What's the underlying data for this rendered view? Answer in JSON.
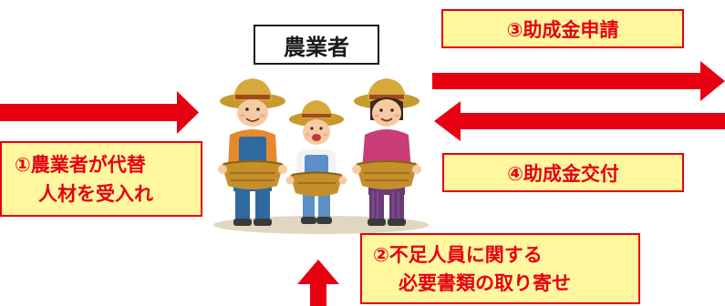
{
  "diagram": {
    "title": "農業者",
    "steps": {
      "step1": {
        "line1": "①農業者が代替",
        "line2": "人材を受入れ"
      },
      "step2": {
        "line1": "②不足人員に関する",
        "line2": "必要書類の取り寄せ"
      },
      "step3": {
        "label": "③助成金申請"
      },
      "step4": {
        "label": "④助成金交付"
      }
    },
    "illustration": "farmers-family-with-straw-hats-holding-baskets"
  },
  "colors": {
    "arrow": "#e60012",
    "label_fill": "#fff6a0",
    "label_text": "#e60012",
    "title_border": "#1a1a1a"
  }
}
